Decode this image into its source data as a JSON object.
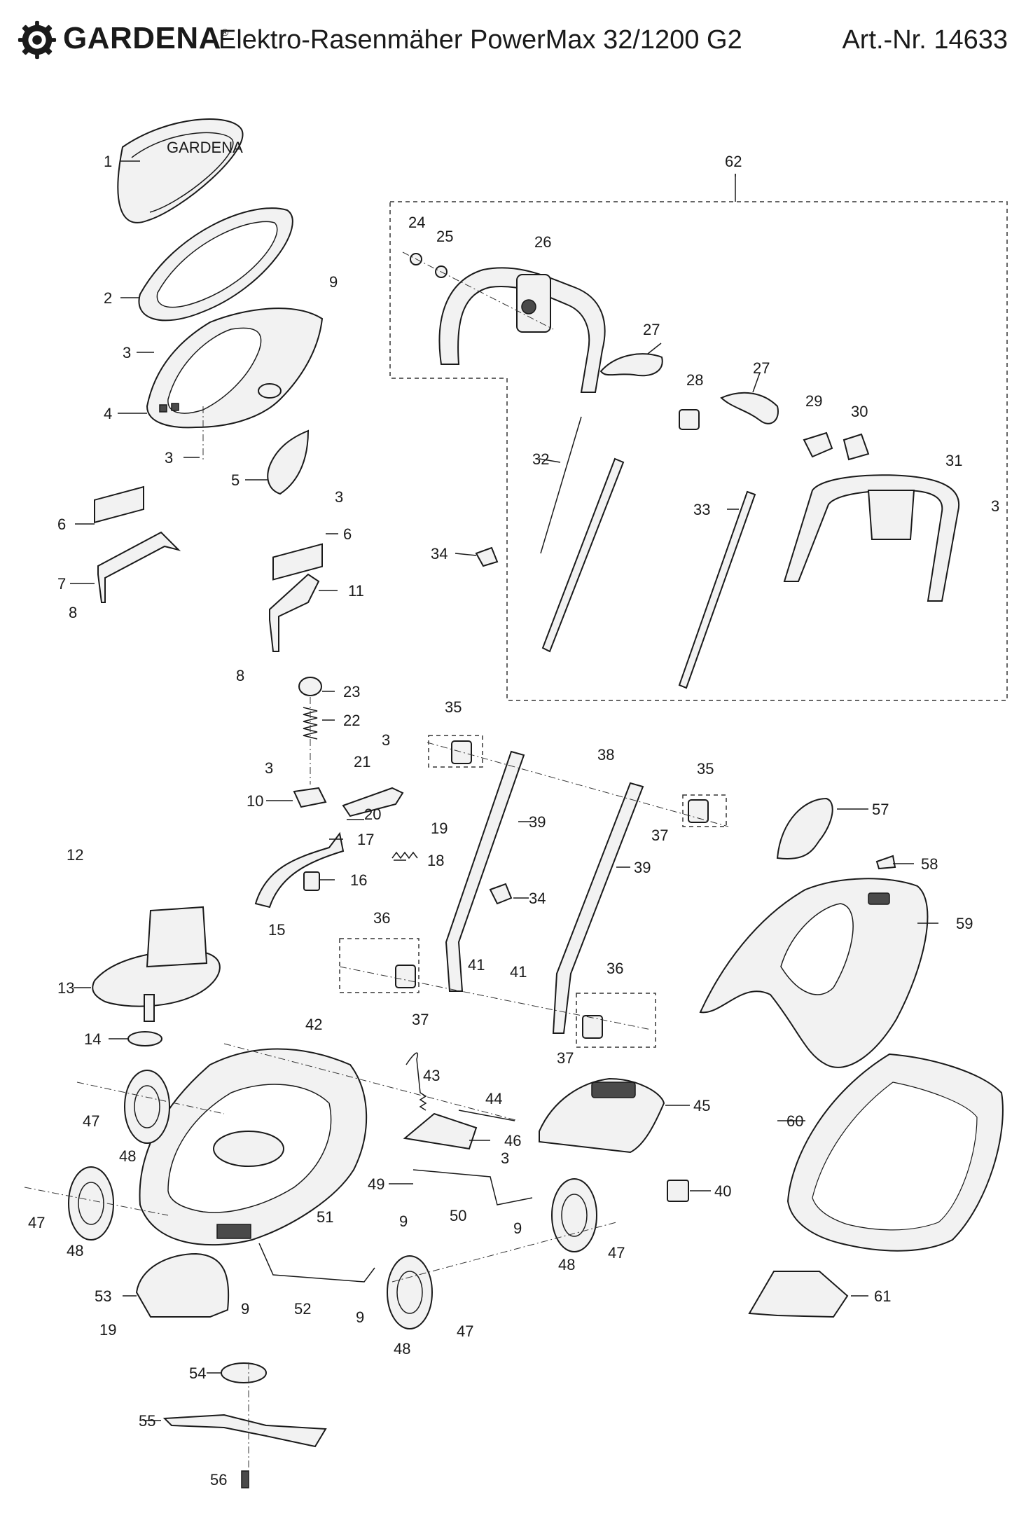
{
  "header": {
    "brand": "GARDENA",
    "brand_mark": "®",
    "title": "Elektro-Rasenmäher PowerMax 32/1200 G2",
    "article_number": "Art.-Nr. 14633"
  },
  "callouts": [
    {
      "id": "c1",
      "text": "1"
    },
    {
      "id": "c2",
      "text": "2"
    },
    {
      "id": "c3a",
      "text": "3"
    },
    {
      "id": "c4",
      "text": "4"
    },
    {
      "id": "c3b",
      "text": "3"
    },
    {
      "id": "c5",
      "text": "5"
    },
    {
      "id": "c3c",
      "text": "3"
    },
    {
      "id": "c6a",
      "text": "6"
    },
    {
      "id": "c7",
      "text": "7"
    },
    {
      "id": "c8a",
      "text": "8"
    },
    {
      "id": "c6b",
      "text": "6"
    },
    {
      "id": "c11",
      "text": "11"
    },
    {
      "id": "c8b",
      "text": "8"
    },
    {
      "id": "c9a",
      "text": "9"
    },
    {
      "id": "c62",
      "text": "62"
    },
    {
      "id": "c24",
      "text": "24"
    },
    {
      "id": "c25",
      "text": "25"
    },
    {
      "id": "c26",
      "text": "26"
    },
    {
      "id": "c27a",
      "text": "27"
    },
    {
      "id": "c27b",
      "text": "27"
    },
    {
      "id": "c28",
      "text": "28"
    },
    {
      "id": "c29",
      "text": "29"
    },
    {
      "id": "c30",
      "text": "30"
    },
    {
      "id": "c31",
      "text": "31"
    },
    {
      "id": "c3d",
      "text": "3"
    },
    {
      "id": "c32",
      "text": "32"
    },
    {
      "id": "c33",
      "text": "33"
    },
    {
      "id": "c34a",
      "text": "34"
    },
    {
      "id": "c23",
      "text": "23"
    },
    {
      "id": "c22",
      "text": "22"
    },
    {
      "id": "c3e",
      "text": "3"
    },
    {
      "id": "c3f",
      "text": "3"
    },
    {
      "id": "c21",
      "text": "21"
    },
    {
      "id": "c10",
      "text": "10"
    },
    {
      "id": "c20",
      "text": "20"
    },
    {
      "id": "c19a",
      "text": "19"
    },
    {
      "id": "c17",
      "text": "17"
    },
    {
      "id": "c18",
      "text": "18"
    },
    {
      "id": "c12",
      "text": "12"
    },
    {
      "id": "c16",
      "text": "16"
    },
    {
      "id": "c15",
      "text": "15"
    },
    {
      "id": "c13",
      "text": "13"
    },
    {
      "id": "c14",
      "text": "14"
    },
    {
      "id": "c35a",
      "text": "35"
    },
    {
      "id": "c38",
      "text": "38"
    },
    {
      "id": "c35b",
      "text": "35"
    },
    {
      "id": "c39a",
      "text": "39"
    },
    {
      "id": "c37a",
      "text": "37"
    },
    {
      "id": "c39b",
      "text": "39"
    },
    {
      "id": "c57",
      "text": "57"
    },
    {
      "id": "c58",
      "text": "58"
    },
    {
      "id": "c59",
      "text": "59"
    },
    {
      "id": "c34b",
      "text": "34"
    },
    {
      "id": "c36a",
      "text": "36"
    },
    {
      "id": "c41a",
      "text": "41"
    },
    {
      "id": "c41b",
      "text": "41"
    },
    {
      "id": "c36b",
      "text": "36"
    },
    {
      "id": "c37b",
      "text": "37"
    },
    {
      "id": "c37c",
      "text": "37"
    },
    {
      "id": "c42",
      "text": "42"
    },
    {
      "id": "c43",
      "text": "43"
    },
    {
      "id": "c44",
      "text": "44"
    },
    {
      "id": "c45",
      "text": "45"
    },
    {
      "id": "c60",
      "text": "60"
    },
    {
      "id": "c47a",
      "text": "47"
    },
    {
      "id": "c48a",
      "text": "48"
    },
    {
      "id": "c46",
      "text": "46"
    },
    {
      "id": "c3g",
      "text": "3"
    },
    {
      "id": "c49",
      "text": "49"
    },
    {
      "id": "c40",
      "text": "40"
    },
    {
      "id": "c47b",
      "text": "47"
    },
    {
      "id": "c51",
      "text": "51"
    },
    {
      "id": "c9b",
      "text": "9"
    },
    {
      "id": "c50",
      "text": "50"
    },
    {
      "id": "c9c",
      "text": "9"
    },
    {
      "id": "c48b",
      "text": "48"
    },
    {
      "id": "c48c",
      "text": "48"
    },
    {
      "id": "c47c",
      "text": "47"
    },
    {
      "id": "c53",
      "text": "53"
    },
    {
      "id": "c9d",
      "text": "9"
    },
    {
      "id": "c52",
      "text": "52"
    },
    {
      "id": "c9e",
      "text": "9"
    },
    {
      "id": "c61",
      "text": "61"
    },
    {
      "id": "c19b",
      "text": "19"
    },
    {
      "id": "c47d",
      "text": "47"
    },
    {
      "id": "c48d",
      "text": "48"
    },
    {
      "id": "c54",
      "text": "54"
    },
    {
      "id": "c55",
      "text": "55"
    },
    {
      "id": "c56",
      "text": "56"
    }
  ]
}
